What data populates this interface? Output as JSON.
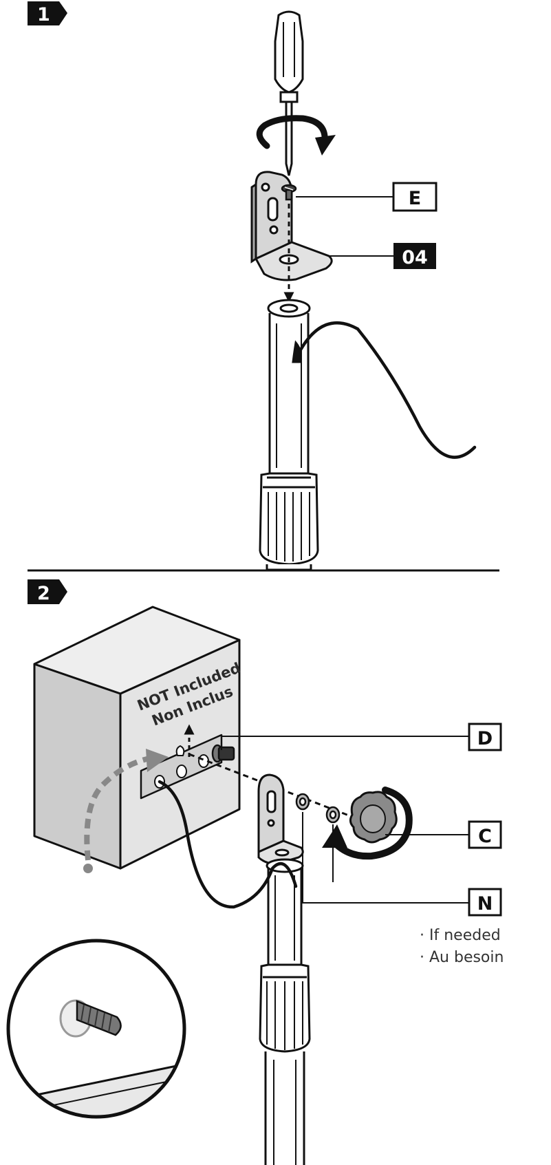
{
  "steps": [
    {
      "number": "1"
    },
    {
      "number": "2"
    }
  ],
  "step1": {
    "part_labels": [
      {
        "text": "E",
        "style": "outlined"
      },
      {
        "text": "04",
        "style": "filled"
      }
    ]
  },
  "step2": {
    "box_note": {
      "line1": "NOT Included",
      "line2": "Non Inclus"
    },
    "part_labels": [
      {
        "text": "D",
        "style": "outlined"
      },
      {
        "text": "C",
        "style": "outlined"
      },
      {
        "text": "N",
        "style": "outlined"
      }
    ],
    "n_note": {
      "line1": "· If needed",
      "line2": "· Au besoin"
    }
  },
  "colors": {
    "ink": "#111111",
    "box_front": "#e4e4e4",
    "box_side": "#cccccc",
    "box_top": "#eeeeee",
    "metal": "#d6d6d6",
    "knob": "#8a8a8a"
  },
  "icons": [
    "screwdriver-icon",
    "rotate-arrow-icon",
    "l-bracket-icon",
    "screw-icon",
    "pole-icon",
    "cable-icon",
    "wall-box-icon",
    "washer-icon",
    "knob-icon",
    "magnifier-detail-icon"
  ]
}
